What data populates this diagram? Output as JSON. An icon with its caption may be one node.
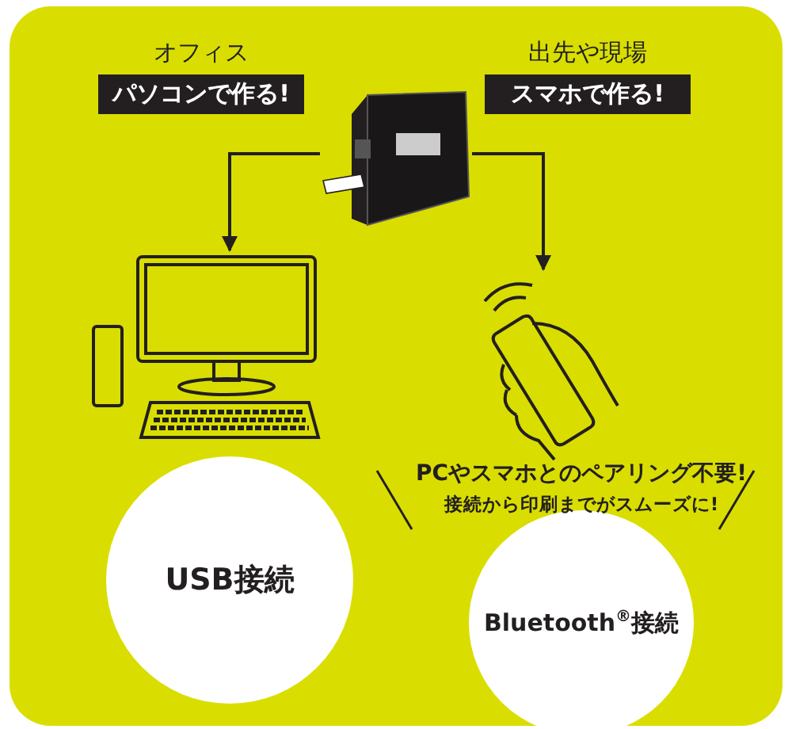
{
  "diagram": {
    "nodes": [
      {
        "text": [],
        "shape": "picture"
      },
      {
        "text": [
          "オフィス",
          "パソコンで作る!"
        ]
      },
      {
        "text": [
          "出先や現場",
          "スマホで作る!"
        ]
      },
      {
        "text": [],
        "shape": "picture"
      },
      {
        "text": [],
        "shape": "picture"
      },
      {
        "text": [
          "USB接続"
        ]
      },
      {
        "text": [
          "Bluetooth$^{®}$接続"
        ]
      }
    ],
    "edges": [
      {
        "from": 0,
        "to": 3,
        "arrow": "to"
      },
      {
        "from": 0,
        "to": 4,
        "arrow": "to"
      }
    ],
    "labels": [
      "PCやスマホとのペアリング不要!",
      "接続から印刷までがスムーズに!"
    ]
  }
}
